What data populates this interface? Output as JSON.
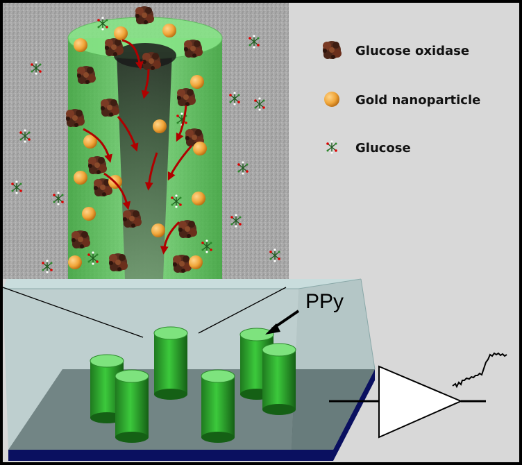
{
  "legend": {
    "glucose_oxidase": "Glucose oxidase",
    "gold_nanoparticle": "Gold nanoparticle",
    "glucose": "Glucose"
  },
  "labels": {
    "ppy": "PPy"
  },
  "colors": {
    "tube_green": "#4fc94f",
    "gold": "#f0a63a",
    "enzyme": "#5a2e1f",
    "arrow": "#b00000",
    "substrate": "#303434",
    "glass": "#a9c8c8",
    "base_edge": "#0a1060"
  },
  "icons": {
    "enzyme": "glucose-oxidase-icon",
    "nanoparticle": "gold-nanoparticle-icon",
    "glucose": "glucose-molecule-icon"
  }
}
